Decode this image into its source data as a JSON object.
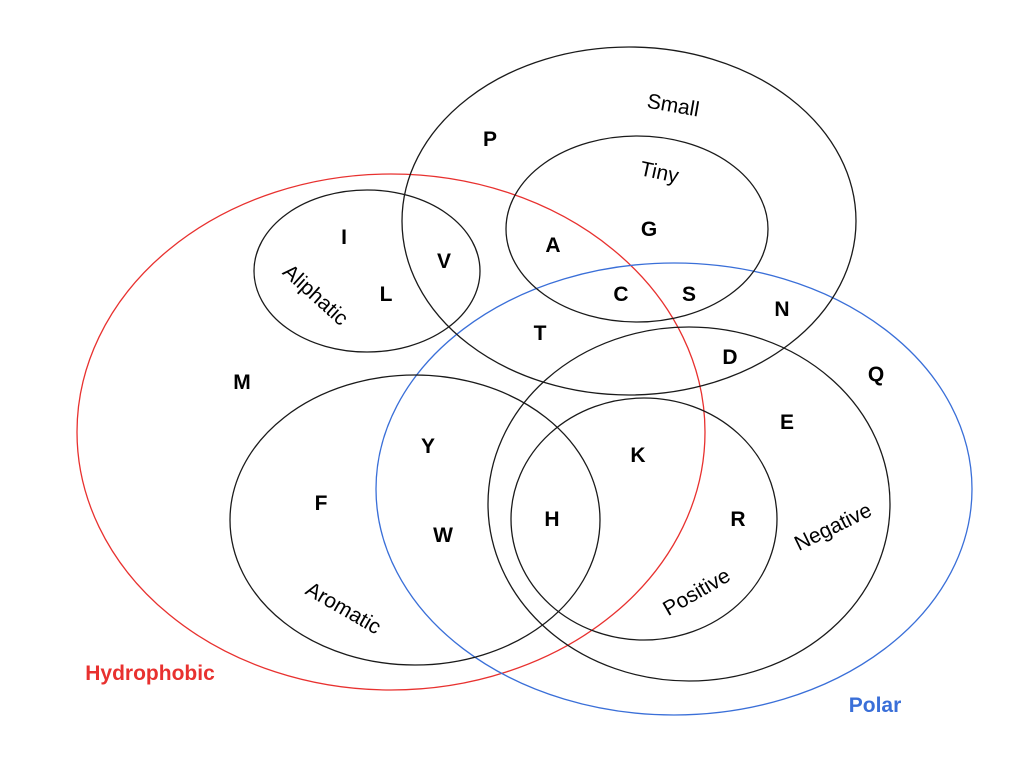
{
  "colors": {
    "hydrophobic": "#e8312f",
    "polar": "#3a6fd8",
    "outline": "#1a1a1a"
  },
  "sets": {
    "hydrophobic": "Hydrophobic",
    "polar": "Polar",
    "small": "Small",
    "tiny": "Tiny",
    "aliphatic": "Aliphatic",
    "aromatic": "Aromatic",
    "negative": "Negative",
    "positive": "Positive"
  },
  "amino_acids": {
    "P": "P",
    "G": "G",
    "A": "A",
    "C": "C",
    "S": "S",
    "I": "I",
    "V": "V",
    "L": "L",
    "T": "T",
    "N": "N",
    "D": "D",
    "Q": "Q",
    "M": "M",
    "E": "E",
    "Y": "Y",
    "K": "K",
    "F": "F",
    "H": "H",
    "R": "R",
    "W": "W"
  }
}
